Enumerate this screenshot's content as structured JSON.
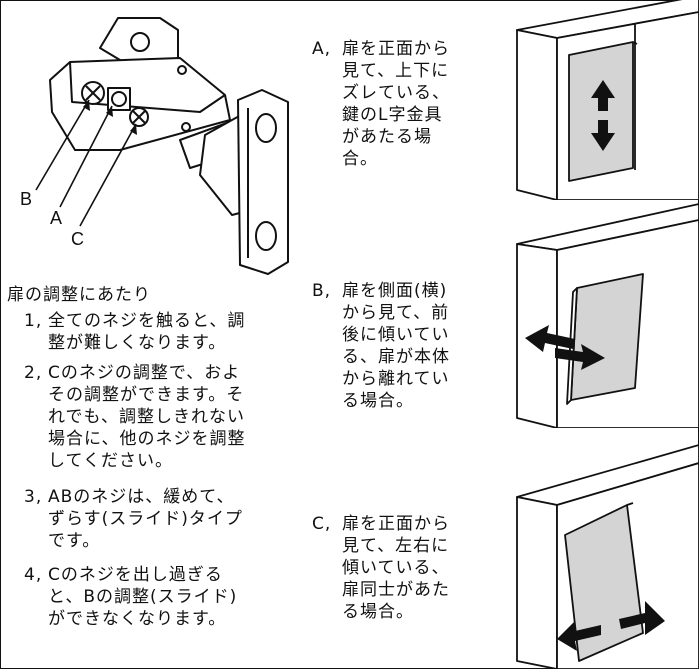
{
  "callouts": {
    "b": "B",
    "a": "A",
    "c": "C"
  },
  "right_items": [
    {
      "tag": "A,",
      "lines": [
        "扉を正面から",
        "見て、上下に",
        "ズレている、",
        "鍵のL字金具",
        "があたる場",
        "合。"
      ]
    },
    {
      "tag": "B,",
      "lines": [
        "扉を側面(横)",
        "から見て、前",
        "後に傾いてい",
        "る、扉が本体",
        "から離れてい",
        "る場合。"
      ]
    },
    {
      "tag": "C,",
      "lines": [
        "扉を正面から",
        "見て、左右に",
        "傾いている、",
        "扉同士があた",
        "る場合。"
      ]
    }
  ],
  "notes": {
    "title": "扉の調整にあたり",
    "items": [
      {
        "num": "1,",
        "lines": [
          "全てのネジを触ると、調",
          "整が難しくなります。"
        ]
      },
      {
        "num": "2,",
        "lines": [
          "Cのネジの調整で、およ",
          "その調整ができます。そ",
          "れでも、調整しきれない",
          "場合に、他のネジを調整",
          "してください。"
        ]
      },
      {
        "num": "3,",
        "lines": [
          "ABのネジは、緩めて、",
          "ずらす(スライド)タイプ",
          "です。"
        ]
      },
      {
        "num": "4,",
        "lines": [
          "Cのネジを出し過ぎる",
          "と、Bの調整(スライド)",
          "ができなくなります。"
        ]
      }
    ]
  }
}
